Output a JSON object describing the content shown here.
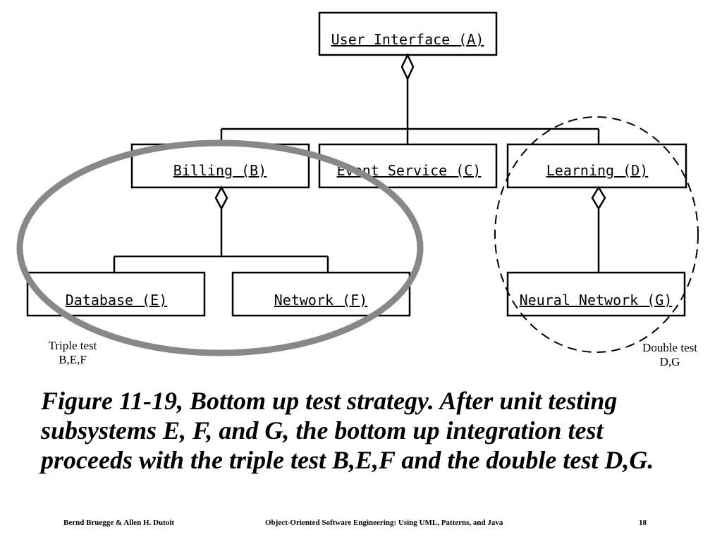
{
  "diagram": {
    "boxes": {
      "user_interface": "User Interface (A)",
      "billing": "Billing (B)",
      "event_service": "Event Service (C)",
      "learning": "Learning (D)",
      "database": "Database (E)",
      "network": "Network (F)",
      "neural_network": "Neural Network (G)"
    },
    "triple_test": {
      "line1": "Triple test",
      "line2": "B,E,F"
    },
    "double_test": {
      "line1": "Double test",
      "line2": "D,G"
    },
    "colors": {
      "line": "#000000",
      "triple_ellipse": "#888888",
      "double_ellipse": "#000000"
    }
  },
  "caption": "Figure 11-19, Bottom up test strategy. After unit testing subsystems E, F, and G, the bottom up integration test proceeds with the triple test B,E,F and the double test D,G.",
  "footer": {
    "authors": "Bernd Bruegge & Allen H. Dutoit",
    "book_title": "Object-Oriented Software Engineering: Using UML, Patterns, and Java",
    "page_number": "18"
  }
}
